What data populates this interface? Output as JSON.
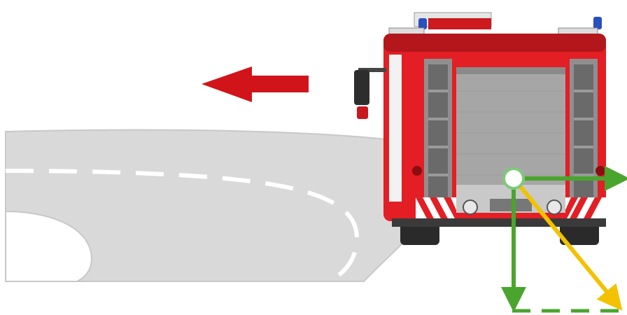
{
  "figure": {
    "description_items": [
      {
        "name": "curved-road"
      },
      {
        "name": "fire-truck"
      },
      {
        "name": "turn-direction-arrow",
        "color": "#d0141a"
      },
      {
        "name": "force-vectors",
        "colors": {
          "components": "#4aa52e",
          "resultant": "#f2c200",
          "point": "#ffffff"
        }
      }
    ],
    "colors": {
      "road": "#d9d9d9",
      "road_edge": "#c8c8c8",
      "lane_marking": "#ffffff",
      "truck_body": "#e31e24",
      "truck_dark": "#b3161b",
      "shutter": "#9c9c9c",
      "tire": "#2a2a2a",
      "stripe_red": "#e31e24",
      "stripe_white": "#ffffff"
    }
  }
}
